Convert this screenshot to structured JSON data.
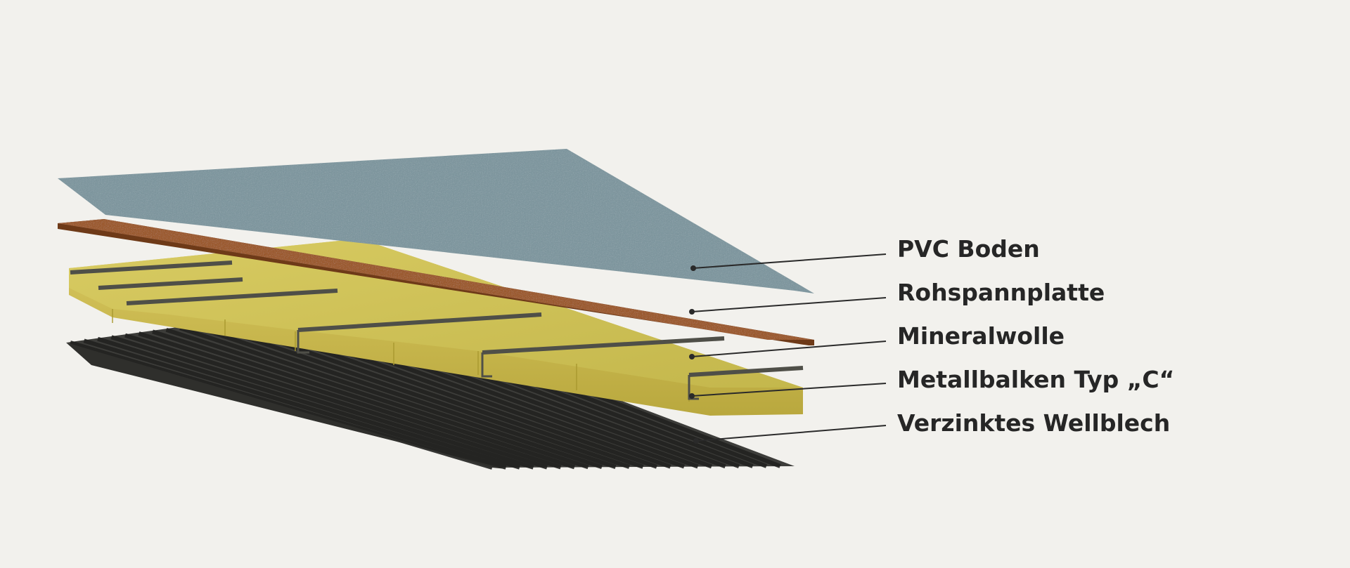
{
  "labels": {
    "pvc": "PVC Boden",
    "rohspann": "Rohspannplatte",
    "mineral": "Mineralwolle",
    "metall": "Metallbalken Typ „C“",
    "wellblech": "Verzinktes Wellblech"
  },
  "colors": {
    "background": "#f2f1ed",
    "pvc": "#7d949e",
    "rohspann": "#9a5a2e",
    "mineral": "#cfc25a",
    "metall": "#5a5a52",
    "wellblech": "#3b3b38",
    "leader": "#2a2a2a",
    "text": "#262626"
  }
}
